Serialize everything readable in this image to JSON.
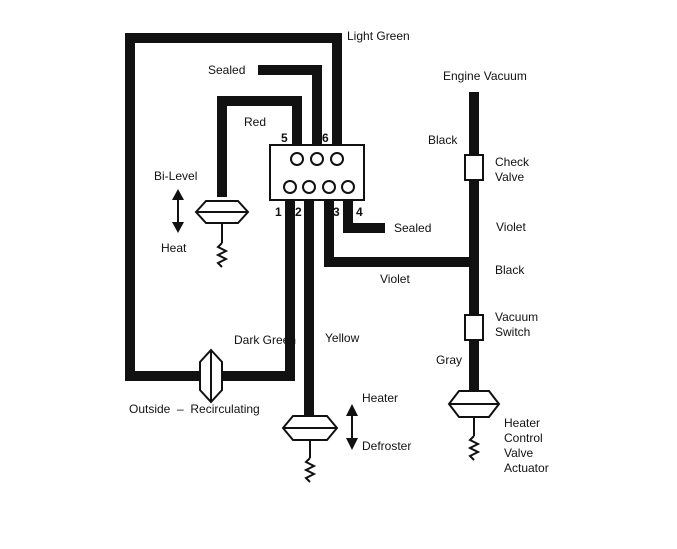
{
  "diagram": {
    "hoses": {
      "light_green": "Light Green",
      "red": "Red",
      "black_top": "Black",
      "violet_right": "Violet",
      "black_mid": "Black",
      "violet_mid": "Violet",
      "dark_green": "Dark Green",
      "yellow": "Yellow",
      "gray": "Gray"
    },
    "ports": {
      "sealed_top": "Sealed",
      "sealed_right": "Sealed",
      "p1": "1",
      "p2": "2",
      "p3": "3",
      "p4": "4",
      "p5": "5",
      "p6": "6"
    },
    "components": {
      "engine_vacuum": "Engine Vacuum",
      "check_valve_1": "Check",
      "check_valve_2": "Valve",
      "vacuum_switch_1": "Vacuum",
      "vacuum_switch_2": "Switch",
      "bilevel": "Bi-Level",
      "heat": "Heat",
      "outside_recirc": "Outside  –  Recirculating",
      "heater": "Heater",
      "defroster": "Defroster",
      "actuator_1": "Heater",
      "actuator_2": "Control",
      "actuator_3": "Valve",
      "actuator_4": "Actuator"
    }
  }
}
